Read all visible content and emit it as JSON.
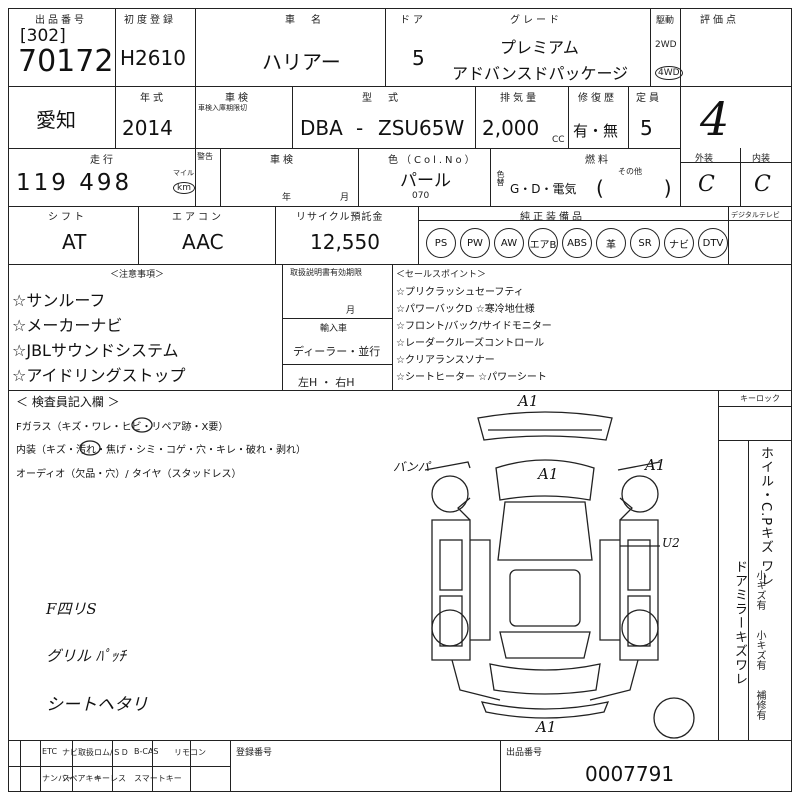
{
  "header": {
    "lot_label": "出品番号",
    "lot_code": "[302]",
    "lot_number": "70172",
    "first_reg_label": "初度登録",
    "first_reg": "H2610",
    "model_name_label": "車　名",
    "model_name": "ハリアー",
    "door_label": "ドア",
    "doors": "5",
    "grade_label": "グレード",
    "grade_line1": "プレミアム",
    "grade_line2": "アドバンスドパッケージ",
    "drive_label": "駆動",
    "drive_2wd": "2WD",
    "drive_4wd": "4WD",
    "score_label": "評価点",
    "score": "4"
  },
  "row2": {
    "region": "愛知",
    "year_label": "年式",
    "year": "2014",
    "inspection_label": "車検",
    "inspection_sub": "車検入庫期限切",
    "model_type_label": "型　式",
    "model_prefix": "DBA",
    "model_code": "ZSU65W",
    "displacement_label": "排気量",
    "displacement": "2,000",
    "cc": "CC",
    "repair_label": "修復歴",
    "repair": "有・無",
    "capacity_label": "定員",
    "capacity": "5"
  },
  "row3": {
    "mileage_label": "走行",
    "mileage": "119 498",
    "mile_unit": "マイル",
    "km_unit": "km",
    "meter_label": "警告",
    "inspection_label": "車検",
    "year_unit": "年",
    "month_unit": "月",
    "color_label": "色（Col.No）",
    "color": "パール",
    "color_no": "070",
    "color_change_label": "色替",
    "fuel_label": "燃料",
    "fuel_options": "G・D・電気",
    "fuel_other": "その他",
    "exterior_label": "外装",
    "exterior": "C",
    "interior_label": "内装",
    "interior": "C"
  },
  "row4": {
    "shift_label": "シフト",
    "shift": "AT",
    "ac_label": "エアコン",
    "ac": "AAC",
    "recycle_label": "リサイクル預託金",
    "recycle": "12,550",
    "equip_label": "純正装備品",
    "equipment": [
      "PS",
      "PW",
      "AW",
      "エアB",
      "ABS",
      "革",
      "SR",
      "ナビ",
      "DTV"
    ],
    "digital_tv_label": "デジタルテレビ"
  },
  "sales_points": {
    "label": "＜セールスポイント＞",
    "items": [
      "☆プリクラッシュセーフティ",
      "☆パワーバックD ☆寒冷地仕様",
      "☆フロント/バック/サイドモニター",
      "☆レーダークルーズコントロール",
      "☆クリアランスソナー",
      "☆シートヒーター ☆パワーシート"
    ]
  },
  "options": {
    "label": "＜注意事項＞",
    "items": [
      "☆サンルーフ",
      "☆メーカーナビ",
      "☆JBLサウンドシステム",
      "☆アイドリングストップ"
    ]
  },
  "recall": {
    "label": "取扱説明書有効期限",
    "month": "月",
    "export_label": "輸入車",
    "dealer": "ディーラー・並行",
    "steering": "左H ・ 右H"
  },
  "inspector": {
    "label": "＜ 検査員記入欄 ＞",
    "glass": "Fガラス（キズ・ワレ・ヒビ・リペア跡・X要）",
    "interior": "内装（キズ・汚れ・焦げ・シミ・コゲ・穴・キレ・破れ・剥れ）",
    "audio": "オーディオ（欠品・穴）/ タイヤ（スタッドレス）",
    "key_label": "キーロック",
    "side_notes": [
      "ホイル・C.Pキズ ワレ",
      "ドアミラーキズワレ"
    ],
    "small_notes": [
      "小キズ有",
      "小キズ有",
      "補修有"
    ]
  },
  "handwritten": {
    "note1": "F四リS",
    "note2": "グリル ﾊﾟｯﾁ",
    "note3": "シートヘタリ",
    "bumper": "バンパ",
    "marks": [
      "A1",
      "A1",
      "A1",
      "A1"
    ],
    "u2": "U2"
  },
  "footer": {
    "row1": [
      "ETC",
      "ナビ取扱",
      "ロム/ＳＤ",
      "B-CAS",
      "リモコン"
    ],
    "row2": [
      "ナンバー",
      "スペアキー",
      "キーレス",
      "スマートキー"
    ],
    "reg_label": "登録番号",
    "form_label": "出品番号",
    "number": "0007791"
  }
}
